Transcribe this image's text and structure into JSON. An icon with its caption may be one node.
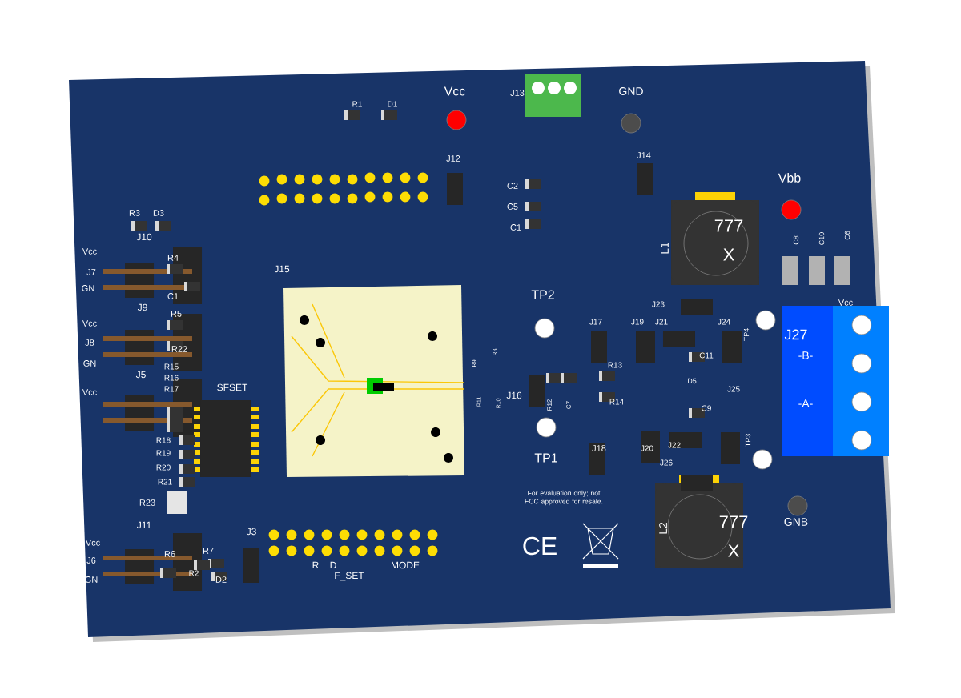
{
  "diagram": {
    "labels": [
      "R1",
      "D1",
      "Vcc",
      "J13",
      "GND",
      "J12",
      "J14",
      "C2",
      "C5",
      "C1",
      "Vbb",
      "L1",
      "777",
      "X",
      "C8",
      "C10",
      "C6",
      "R3",
      "D3",
      "J10",
      "Vcc",
      "J7",
      "GN",
      "R4",
      "C1",
      "J15",
      "J9",
      "Vcc",
      "J8",
      "GN",
      "R5",
      "R22",
      "TP2",
      "J23",
      "J17",
      "J19",
      "J21",
      "J24",
      "TP4",
      "J27",
      "Vcc",
      "C11",
      "-B-",
      "R13",
      "J16",
      "R12",
      "C7",
      "R14",
      "D5",
      "C9",
      "J25",
      "-A-",
      "R8",
      "R9",
      "R11",
      "R10",
      "J5",
      "Vcc",
      "R15",
      "R16",
      "R17",
      "SFSET",
      "R18",
      "R19",
      "R20",
      "R21",
      "R23",
      "J18",
      "J20",
      "J22",
      "J26",
      "TP1",
      "TP3",
      "For evaluation only; not FCC approved for resale.",
      "CE",
      "L2",
      "777",
      "X",
      "GNB",
      "J11",
      "Vcc",
      "J6",
      "GN",
      "R6",
      "R7",
      "R2",
      "D2",
      "J3",
      "R",
      "D",
      "F_SET",
      "MODE"
    ]
  }
}
